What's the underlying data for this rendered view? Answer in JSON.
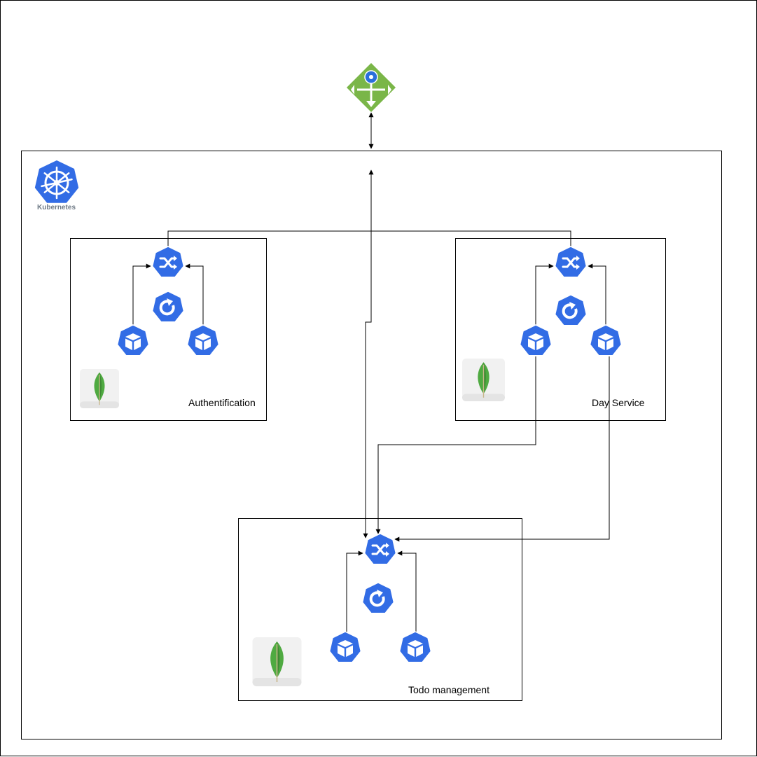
{
  "diagram": {
    "cluster_label": "Kubernetes",
    "services": [
      {
        "id": "auth",
        "label": "Authentification"
      },
      {
        "id": "day",
        "label": "Day Service"
      },
      {
        "id": "todo",
        "label": "Todo management"
      }
    ],
    "icons": {
      "gateway": "load-balancer-icon",
      "kubernetes": "kubernetes-icon",
      "service": "k8s-service-icon",
      "replicaset": "k8s-replicaset-icon",
      "pod": "k8s-pod-icon",
      "database": "mongodb-icon"
    },
    "colors": {
      "k8s_blue": "#326ce5",
      "gateway_green": "#7ab648",
      "mongo_green": "#4faa41",
      "line": "#000000"
    }
  }
}
